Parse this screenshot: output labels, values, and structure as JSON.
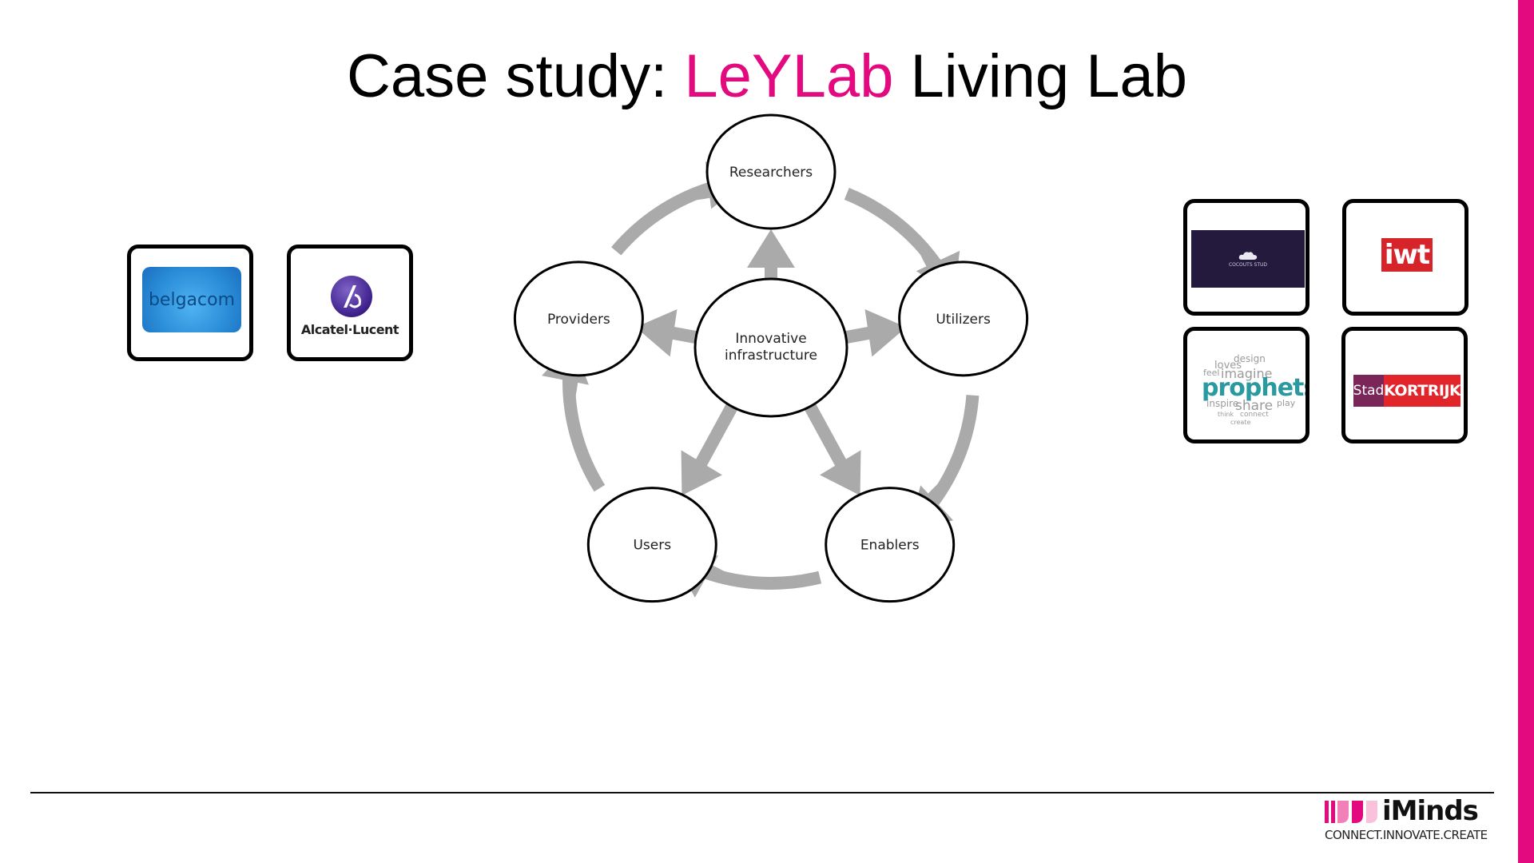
{
  "title": {
    "prefix": "Case study: ",
    "highlight": "LeYLab",
    "suffix": " Living Lab"
  },
  "colors": {
    "accent": "#e3097f",
    "arrow_gray": "#aaaaaa"
  },
  "diagram": {
    "center": "Innovative infrastructure",
    "center_lines": [
      "Innovative",
      "infrastructure"
    ],
    "nodes": [
      {
        "id": "researchers",
        "label": "Researchers"
      },
      {
        "id": "utilizers",
        "label": "Utilizers"
      },
      {
        "id": "enablers",
        "label": "Enablers"
      },
      {
        "id": "users",
        "label": "Users"
      },
      {
        "id": "providers",
        "label": "Providers"
      }
    ]
  },
  "left_logos": [
    {
      "name": "belgacom",
      "text": "belgacom"
    },
    {
      "name": "alcatel-lucent",
      "text": "Alcatel·Lucent"
    }
  ],
  "right_logos": [
    {
      "name": "dark-logo",
      "text": "COCOUTS STUD"
    },
    {
      "name": "iwt",
      "text": "iwt"
    },
    {
      "name": "prophets",
      "main": "prophets",
      "words": [
        "design",
        "loves",
        "imagine",
        "feel",
        "share",
        "inspire",
        "play",
        "connect",
        "create",
        "think"
      ]
    },
    {
      "name": "stad-kortrijk",
      "stad": "Stad",
      "city": "KORTRIJK"
    }
  ],
  "footer": {
    "brand": "iMinds",
    "tagline": "CONNECT.INNOVATE.CREATE"
  }
}
